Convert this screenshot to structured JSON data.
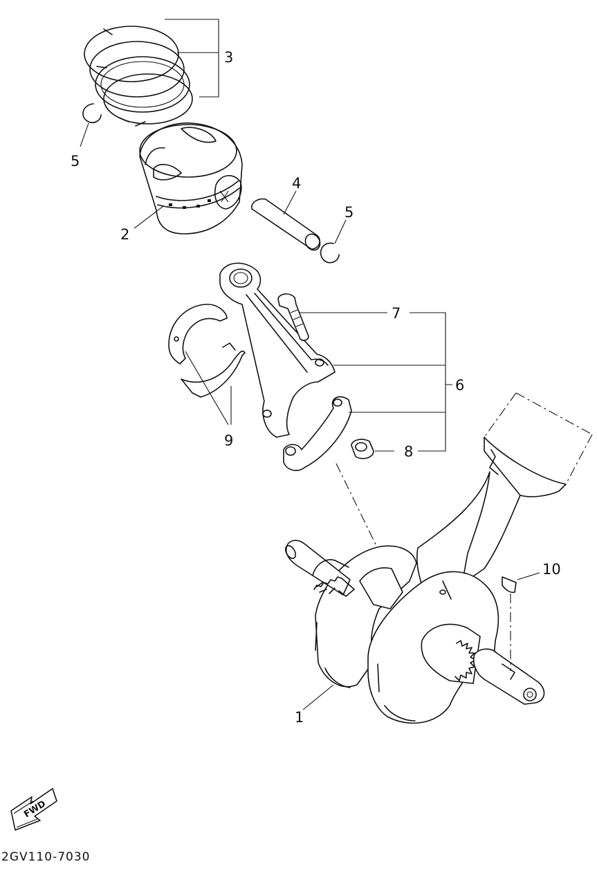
{
  "callouts": {
    "crankshaft": "1",
    "piston": "2",
    "piston_ring_set": "3",
    "piston_pin": "4",
    "clip_upper": "5",
    "clip_lower": "5",
    "connecting_rod_assy": "6",
    "rod_bolt": "7",
    "rod_nut": "8",
    "bearings": "9",
    "woodruff_key": "10"
  },
  "direction_badge": "FWD",
  "diagram_code": "2GV110-7030"
}
